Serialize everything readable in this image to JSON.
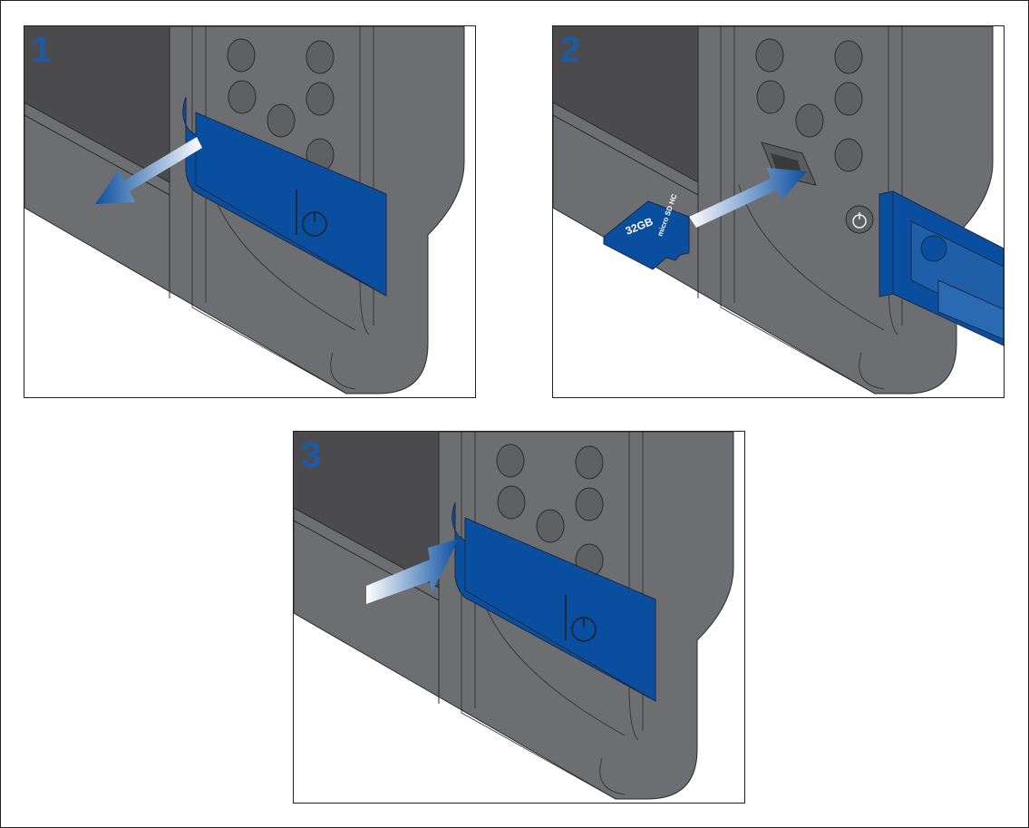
{
  "steps": [
    {
      "number": "1",
      "action": "open-flap"
    },
    {
      "number": "2",
      "action": "insert-card"
    },
    {
      "number": "3",
      "action": "close-flap"
    }
  ],
  "card": {
    "capacity": "32GB",
    "brand_logo": "micro SD HC"
  },
  "colors": {
    "body": "#6d6e71",
    "screen": "#4b4b4d",
    "flap": "#0a4f9f",
    "number": "#1d5aa6"
  }
}
